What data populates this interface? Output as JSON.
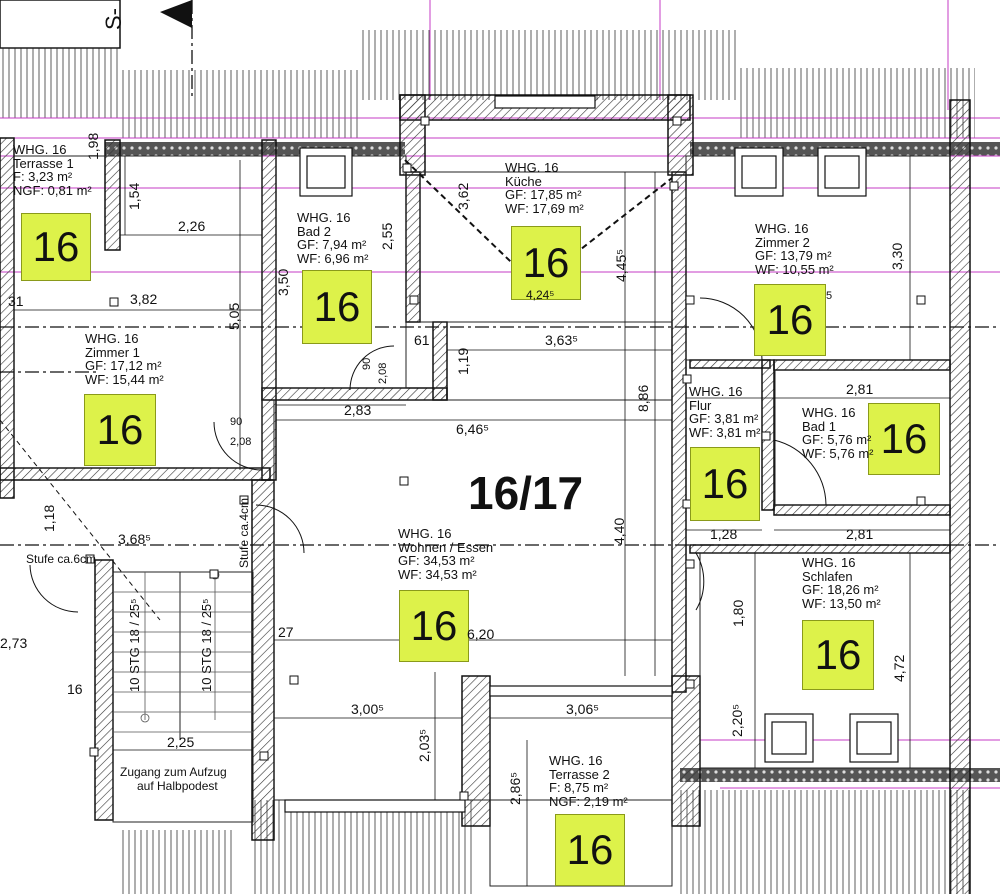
{
  "apartment_label": "16/17",
  "badge_number": "16",
  "rooms": {
    "terrasse1": {
      "l1": "WHG. 16",
      "l2": "Terrasse 1",
      "l3": "F:   3,23 m²",
      "l4": "NGF: 0,81 m²"
    },
    "bad2": {
      "l1": "WHG. 16",
      "l2": "Bad 2",
      "l3": "GF: 7,94 m²",
      "l4": "WF: 6,96 m²"
    },
    "kueche": {
      "l1": "WHG. 16",
      "l2": "Küche",
      "l3": "GF: 17,85 m²",
      "l4": "WF: 17,69 m²"
    },
    "zimmer2": {
      "l1": "WHG. 16",
      "l2": "Zimmer 2",
      "l3": "GF: 13,79 m²",
      "l4": "WF: 10,55 m²"
    },
    "zimmer1": {
      "l1": "WHG. 16",
      "l2": "Zimmer 1",
      "l3": "GF: 17,12 m²",
      "l4": "WF: 15,44 m²"
    },
    "flur": {
      "l1": "WHG. 16",
      "l2": "Flur",
      "l3": "GF: 3,81 m²",
      "l4": "WF: 3,81 m²"
    },
    "bad1": {
      "l1": "WHG. 16",
      "l2": "Bad 1",
      "l3": "GF: 5,76 m²",
      "l4": "WF: 5,76 m²"
    },
    "wohnen": {
      "l1": "WHG. 16",
      "l2": "Wohnen / Essen",
      "l3": "GF:      34,53 m²",
      "l4": "WF:      34,53 m²"
    },
    "schlafen": {
      "l1": "WHG. 16",
      "l2": "Schlafen",
      "l3": "GF: 18,26 m²",
      "l4": "WF: 13,50 m²"
    },
    "terrasse2": {
      "l1": "WHG. 16",
      "l2": "Terrasse 2",
      "l3": "F:     8,75 m²",
      "l4": "NGF: 2,19 m²"
    }
  },
  "dimensions": {
    "d_226": "2,26",
    "d_382": "3,82",
    "d_283": "2,83",
    "d_6465": "6,46⁵",
    "d_61": "61",
    "d_3635": "3,63⁵",
    "d_281a": "2,81",
    "d_281b": "2,81",
    "d_128": "1,28",
    "d_3685": "3,68⁵",
    "d_620": "6,20",
    "d_3005": "3,00⁵",
    "d_3065": "3,06⁵",
    "d_225": "2,25",
    "d_273": "2,73",
    "d_16": "16",
    "d_27": "27",
    "d_4245": "4,24⁵",
    "d_90a": "90",
    "d_208a": "2,08",
    "d_90b": "90",
    "d_208b": "2,08",
    "d_31": "31",
    "d_5": "5",
    "v_198": "1,98",
    "v_154": "1,54",
    "v_350": "3,50",
    "v_255": "2,55",
    "v_362": "3,62",
    "v_4455": "4,45⁵",
    "v_330": "3,30",
    "v_505": "5,05",
    "v_119": "1,19",
    "v_886": "8,86",
    "v_118": "1,18",
    "v_440": "4,40",
    "v_180": "1,80",
    "v_472": "4,72",
    "v_2205": "2,20⁵",
    "v_2035": "2,03⁵",
    "v_2865": "2,86⁵"
  },
  "stairs": {
    "left": "10 STG 18 / 25⁵",
    "right": "10 STG 18 / 25⁵"
  },
  "notes": {
    "stufe6": "Stufe ca.6cm",
    "stufe4": "Stufe ca.4cm",
    "zugang_l1": "Zugang zum Aufzug",
    "zugang_l2": "auf Halbpodest",
    "section_mark": "S-"
  }
}
